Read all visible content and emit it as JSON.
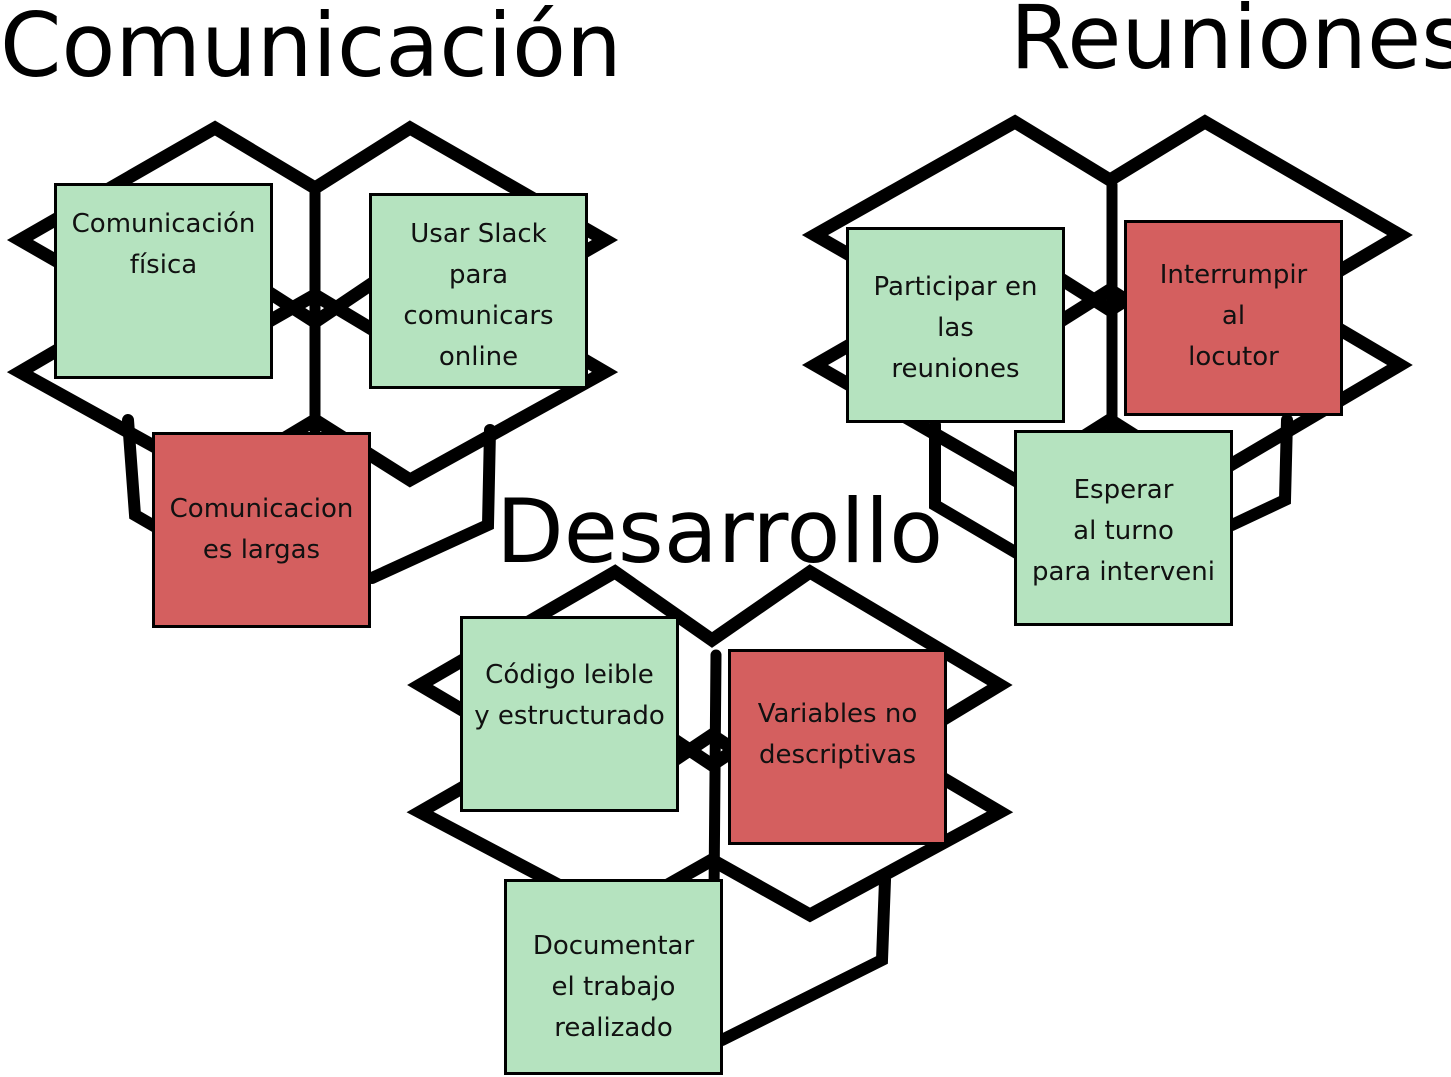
{
  "colors": {
    "good": "#b5e3bf",
    "bad": "#d45f5f",
    "outline": "#000000"
  },
  "groups": {
    "comunicacion": {
      "title": "Comunicación",
      "notes": [
        {
          "text": "Comunicación\nfísica",
          "status": "good"
        },
        {
          "text": "Usar Slack\npara\ncomunicars\nonline",
          "status": "good"
        },
        {
          "text": "Comunicacion\nes largas",
          "status": "bad"
        }
      ]
    },
    "reuniones": {
      "title": "Reuniones",
      "notes": [
        {
          "text": "Participar en\nlas\nreuniones",
          "status": "good"
        },
        {
          "text": "Interrumpir\nal\nlocutor",
          "status": "bad"
        },
        {
          "text": "Esperar\nal turno\npara interveni",
          "status": "good"
        }
      ]
    },
    "desarrollo": {
      "title": "Desarrollo",
      "notes": [
        {
          "text": "Código leible\ny estructurado",
          "status": "good"
        },
        {
          "text": "Variables no\ndescriptivas",
          "status": "bad"
        },
        {
          "text": "Documentar\nel trabajo\nrealizado",
          "status": "good"
        }
      ]
    }
  }
}
